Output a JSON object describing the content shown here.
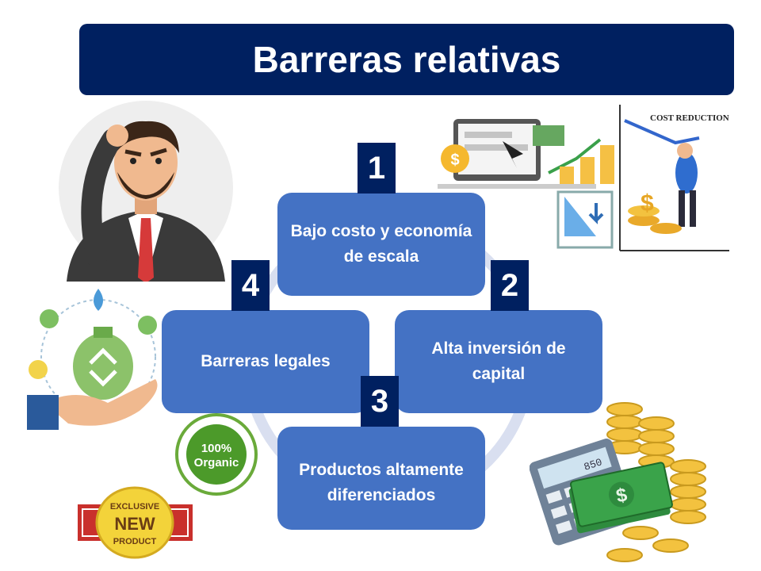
{
  "title": "Barreras relativas",
  "steps": [
    {
      "number": "1",
      "text": "Bajo costo y economía de escala"
    },
    {
      "number": "2",
      "text": "Alta inversión de capital"
    },
    {
      "number": "3",
      "text": "Productos altamente diferenciados"
    },
    {
      "number": "4",
      "text": "Barreras legales"
    }
  ],
  "illustrations": {
    "cost_reduction_label": "COST REDUCTION",
    "organic_badge_line1": "100%",
    "organic_badge_line2": "Organic",
    "product_badge_line1": "EXCLUSIVE",
    "product_badge_line2": "NEW",
    "product_badge_line3": "PRODUCT",
    "calculator_display": "850"
  },
  "colors": {
    "title_bg": "#002060",
    "box_bg": "#4472c4",
    "number_bg": "#002060",
    "ring": "#d9dff0"
  }
}
